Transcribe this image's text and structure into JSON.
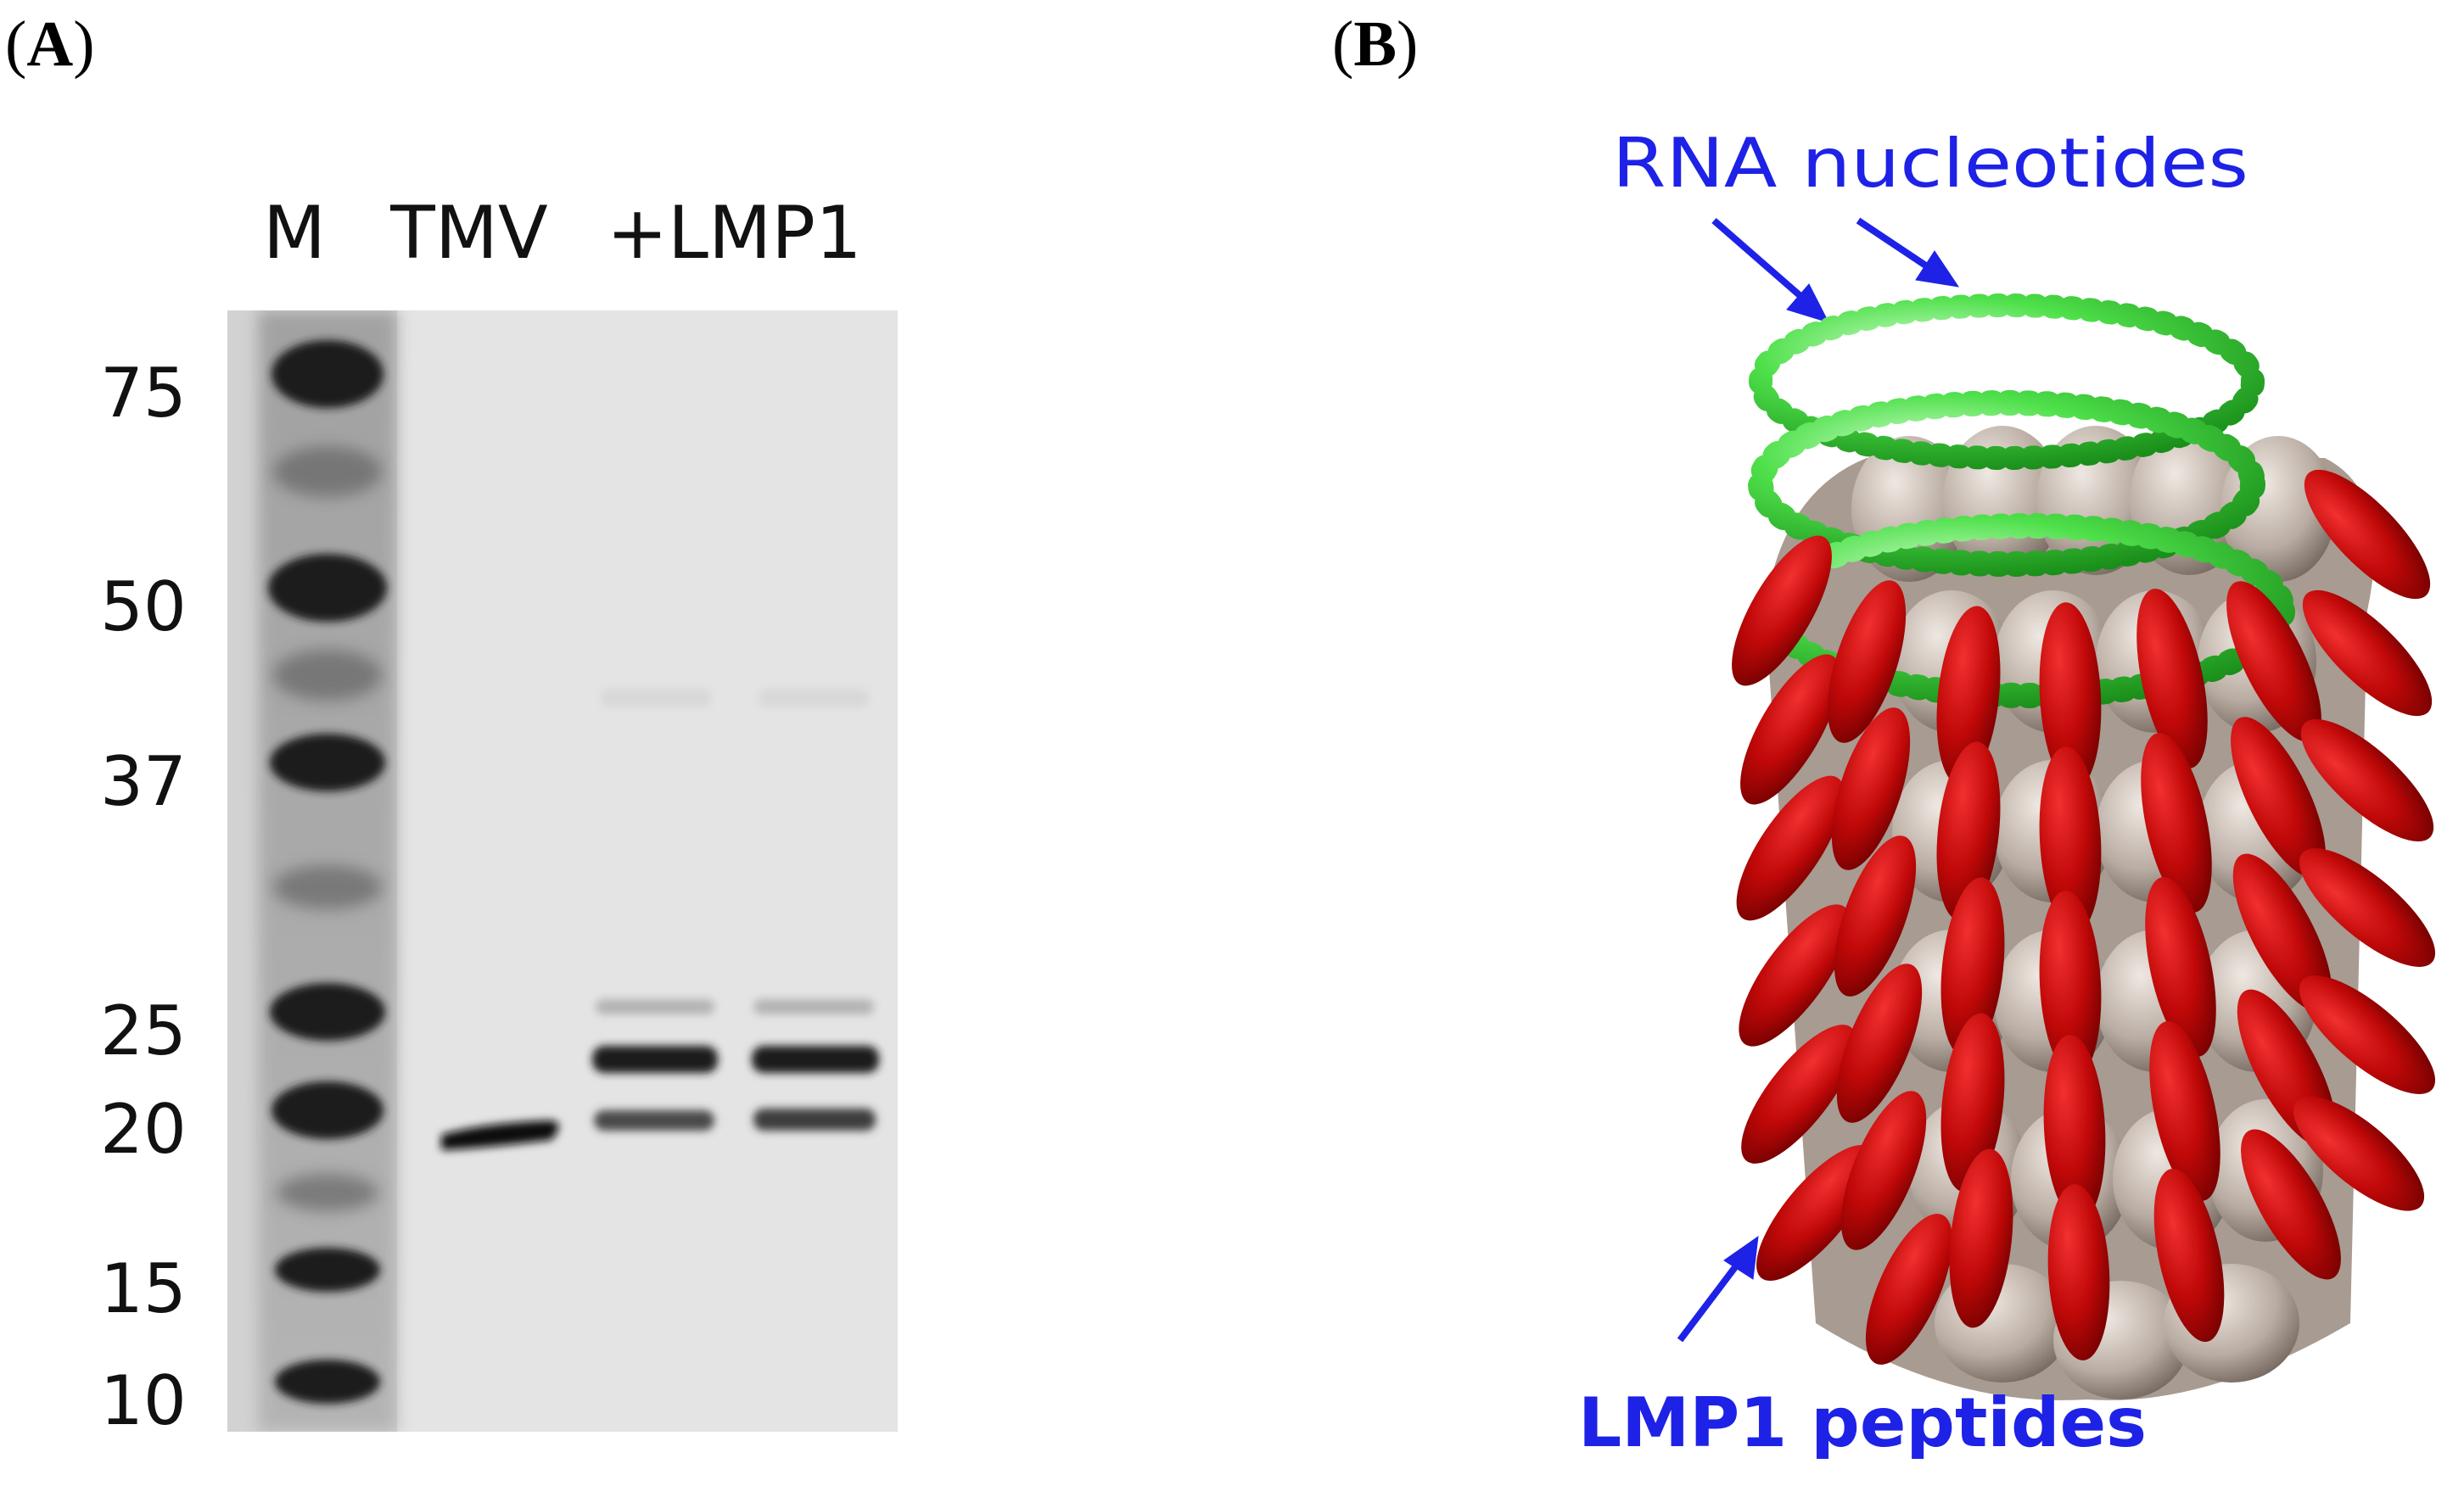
{
  "panels": {
    "a": {
      "label_letter": "A",
      "lanes": [
        "M",
        "TMV",
        "+LMP1"
      ],
      "markers": [
        "75",
        "50",
        "37",
        "25",
        "20",
        "15",
        "10"
      ]
    },
    "b": {
      "label_letter": "B",
      "rna_label": "RNA nucleotides",
      "peptide_label": "LMP1 peptides"
    }
  },
  "colors": {
    "annotation_blue": "#1e22e6",
    "rna_green": "#3cd43a",
    "peptide_red": "#b80808",
    "coat_protein": "#b8aaa0"
  }
}
